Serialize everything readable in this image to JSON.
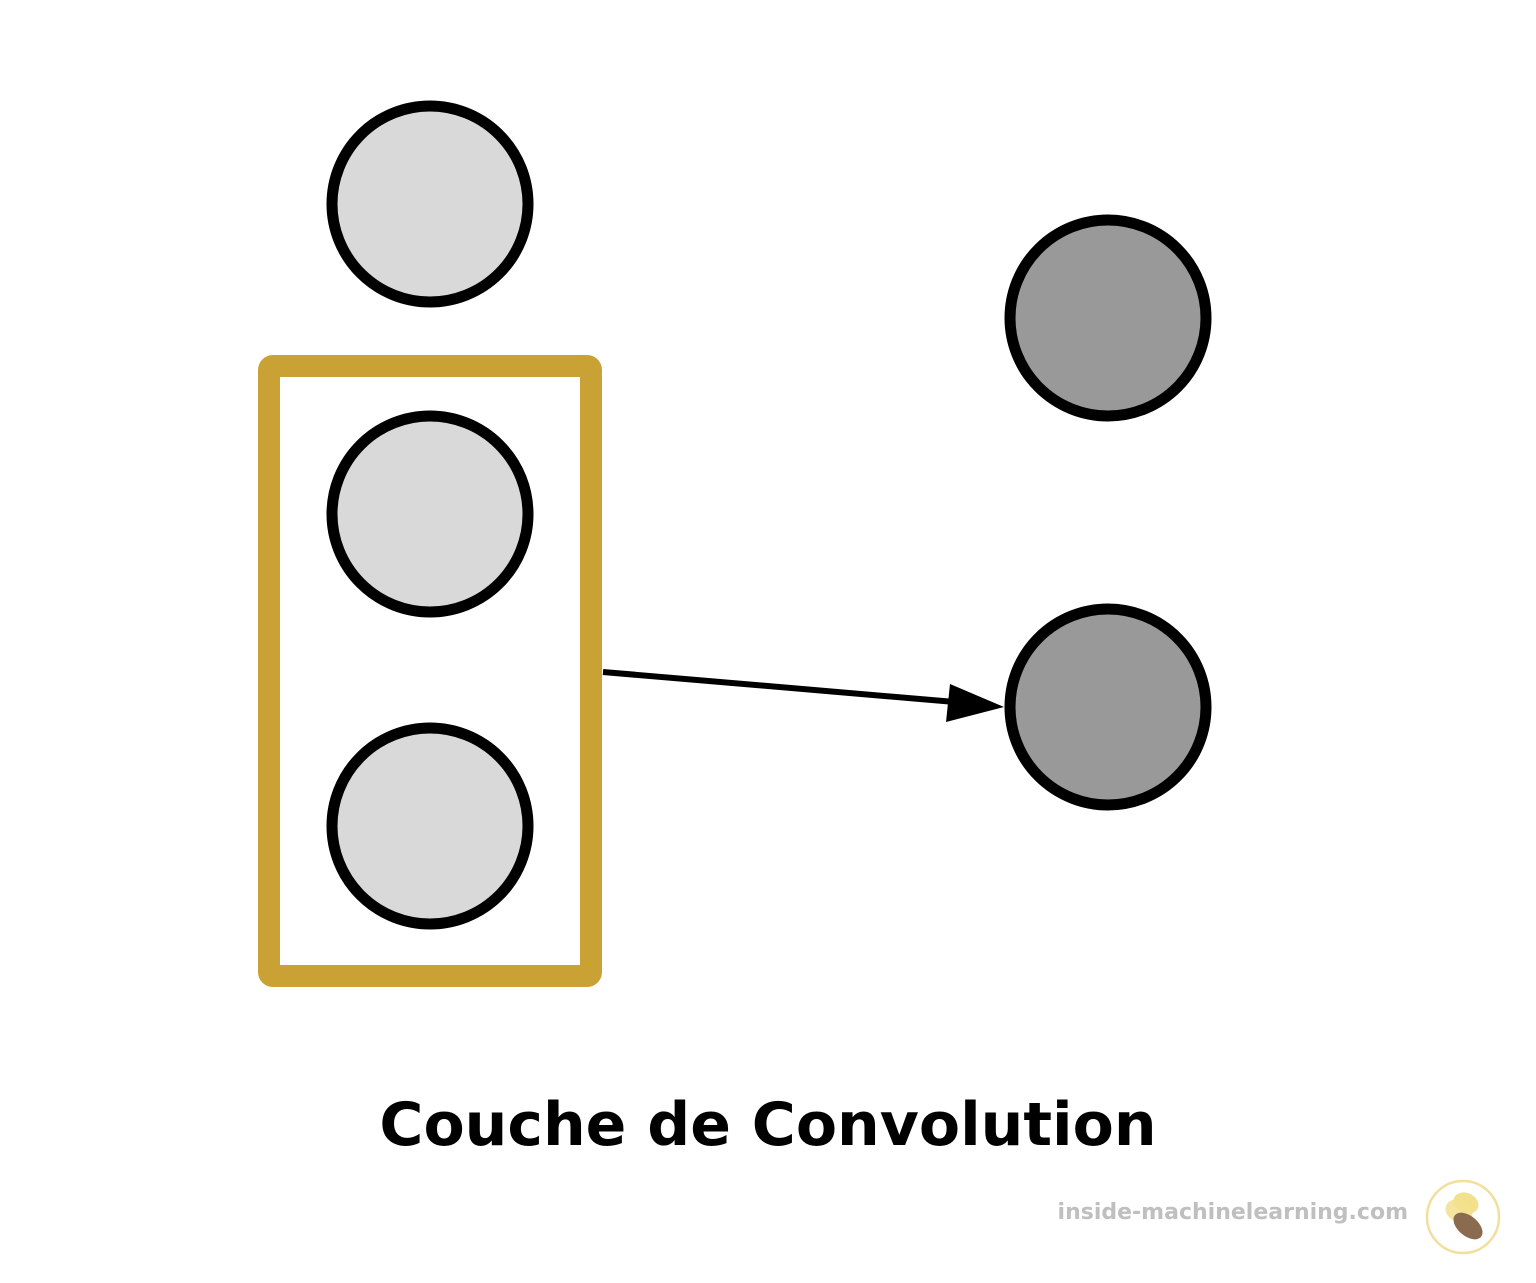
{
  "caption": "Couche de Convolution",
  "watermark": "inside-machinelearning.com",
  "colors": {
    "input_node_fill": "#d9d9d9",
    "output_node_fill": "#999999",
    "node_stroke": "#000000",
    "kernel_box": "#c9a135",
    "arrow": "#000000",
    "watermark_text": "#bfbfbf",
    "logo_ring": "#f3df9c",
    "logo_yellow": "#f2e08d",
    "logo_brown": "#8a6b4f"
  },
  "icons": {
    "logo": "inside-machinelearning-logo-icon"
  },
  "diagram": {
    "input_layer": {
      "node_count": 3,
      "highlighted_nodes": [
        2,
        3
      ]
    },
    "output_layer": {
      "node_count": 2
    },
    "connection": {
      "from": "kernel-box",
      "to": "output-node-2"
    }
  }
}
